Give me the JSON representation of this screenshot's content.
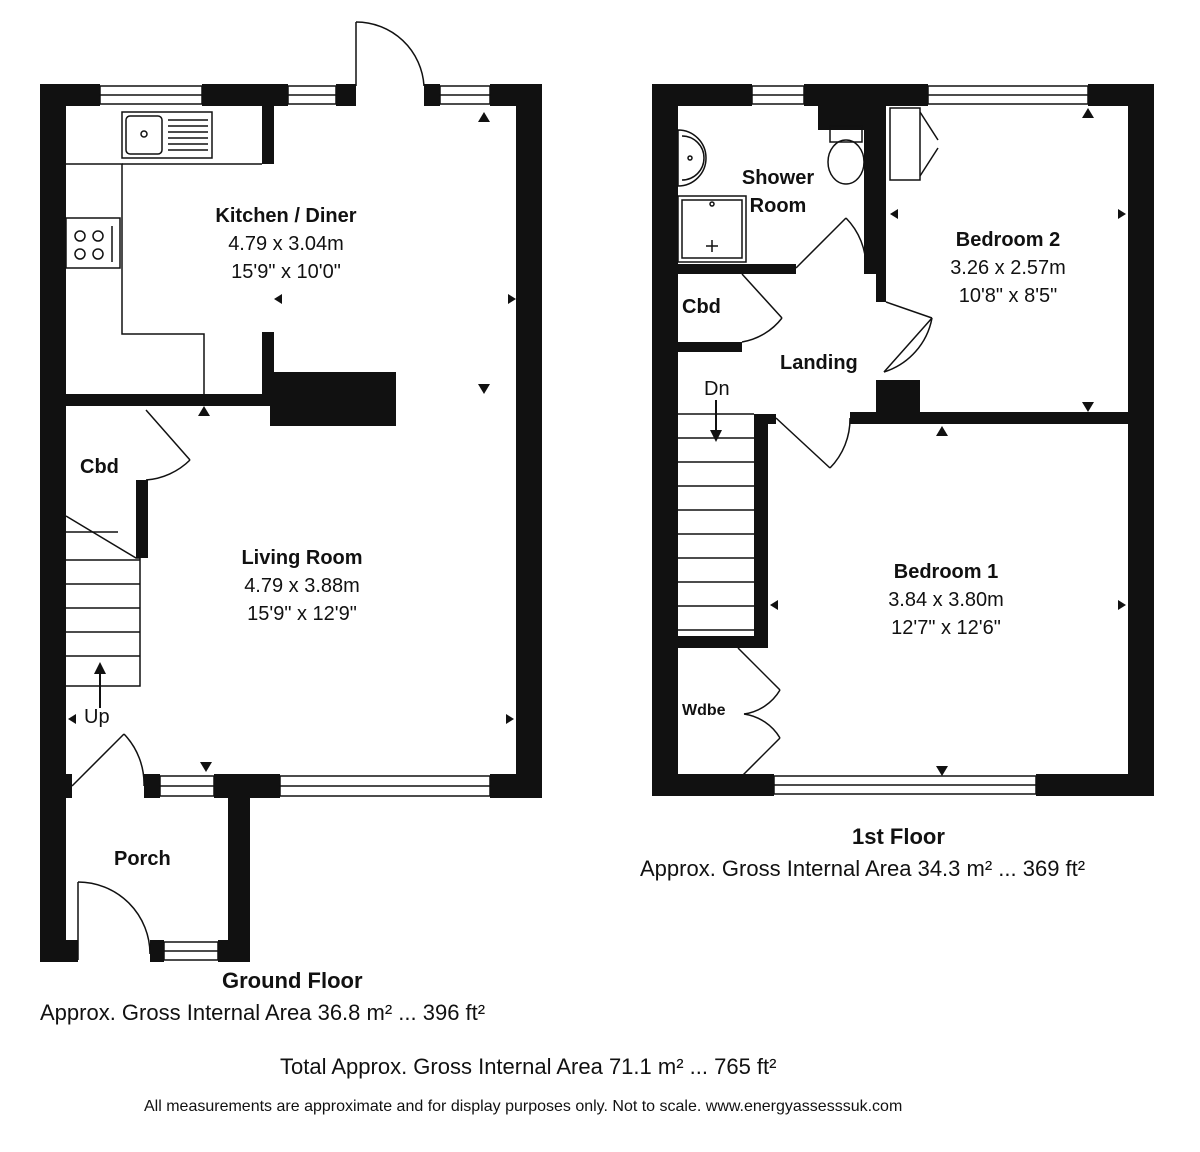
{
  "ground_floor": {
    "title": "Ground Floor",
    "area": "Approx. Gross Internal Area 36.8 m² ... 396 ft²",
    "rooms": {
      "kitchen": {
        "name": "Kitchen / Diner",
        "metric": "4.79 x 3.04m",
        "imperial": "15'9\" x 10'0\""
      },
      "living": {
        "name": "Living Room",
        "metric": "4.79 x 3.88m",
        "imperial": "15'9\" x 12'9\""
      },
      "cbd": "Cbd",
      "porch": "Porch",
      "up": "Up"
    }
  },
  "first_floor": {
    "title": "1st Floor",
    "area": "Approx. Gross Internal Area 34.3 m² ... 369 ft²",
    "rooms": {
      "shower": {
        "line1": "Shower",
        "line2": "Room"
      },
      "bedroom2": {
        "name": "Bedroom 2",
        "metric": "3.26 x 2.57m",
        "imperial": "10'8\" x 8'5\""
      },
      "bedroom1": {
        "name": "Bedroom 1",
        "metric": "3.84 x 3.80m",
        "imperial": "12'7\" x 12'6\""
      },
      "cbd": "Cbd",
      "landing": "Landing",
      "dn": "Dn",
      "wdbe": "Wdbe"
    }
  },
  "total_area": "Total Approx. Gross Internal Area 71.1 m² ... 765 ft²",
  "disclaimer": "All measurements are approximate and for display purposes only. Not to scale. www.energyassesssuk.com"
}
